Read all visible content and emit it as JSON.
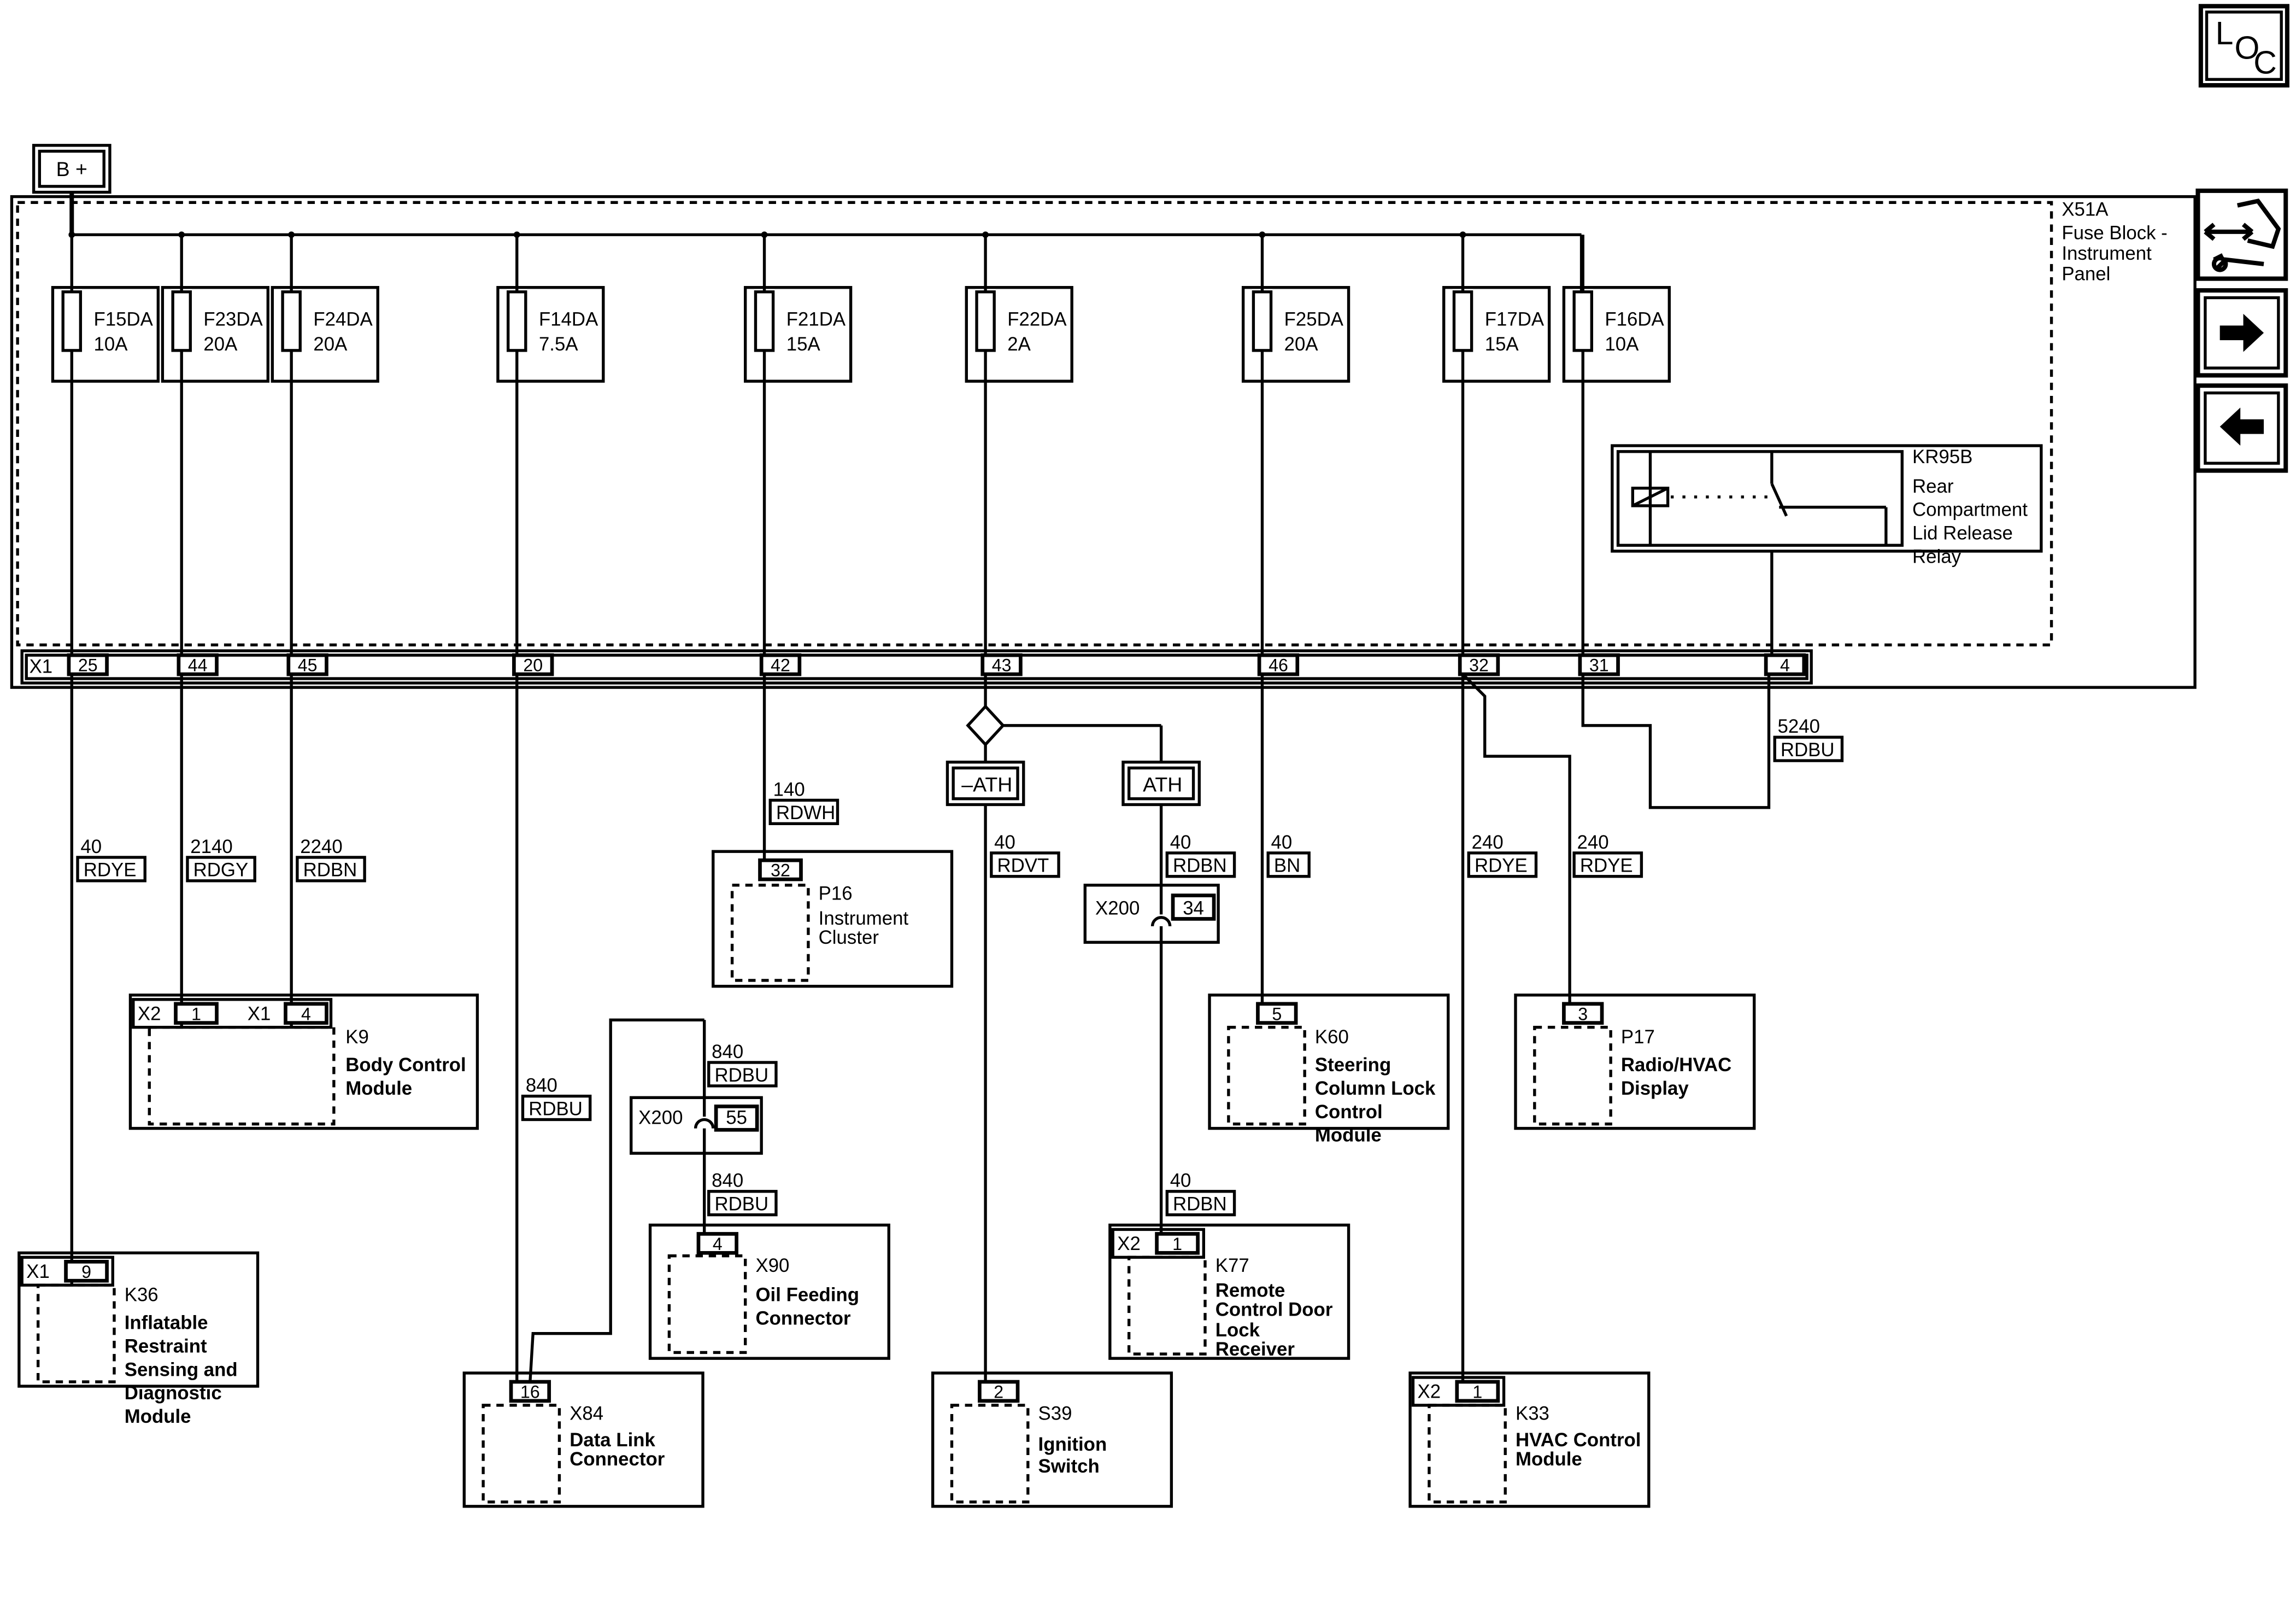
{
  "nav": {
    "loc_letters": [
      "L",
      "O",
      "C"
    ],
    "connector_view_icon": "connector-harness-icon",
    "next_icon": "arrow-right-icon",
    "prev_icon": "arrow-left-icon"
  },
  "power": {
    "label": "B +"
  },
  "fuse_block": {
    "id": "X51A",
    "name_lines": [
      "Fuse Block -",
      "Instrument",
      "Panel"
    ],
    "connector": "X1",
    "fuses": [
      {
        "id": "F15DA",
        "rating": "10A",
        "pin": "25"
      },
      {
        "id": "F23DA",
        "rating": "20A",
        "pin": "44"
      },
      {
        "id": "F24DA",
        "rating": "20A",
        "pin": "45"
      },
      {
        "id": "F14DA",
        "rating": "7.5A",
        "pin": "20"
      },
      {
        "id": "F21DA",
        "rating": "15A",
        "pin": "42"
      },
      {
        "id": "F22DA",
        "rating": "2A",
        "pin": "43"
      },
      {
        "id": "F25DA",
        "rating": "20A",
        "pin": "46"
      },
      {
        "id": "F17DA",
        "rating": "15A",
        "pin": "32"
      },
      {
        "id": "F16DA",
        "rating": "10A",
        "pin": "31"
      }
    ],
    "relay": {
      "id": "KR95B",
      "name_lines": [
        "Rear",
        "Compartment",
        "Lid Release",
        "Relay"
      ],
      "pin": "4"
    }
  },
  "options": {
    "not_ath": "–ATH",
    "ath": "ATH"
  },
  "wires": [
    {
      "circuit": "40",
      "color": "RDYE"
    },
    {
      "circuit": "2140",
      "color": "RDGY"
    },
    {
      "circuit": "2240",
      "color": "RDBN"
    },
    {
      "circuit": "840",
      "color": "RDBU"
    },
    {
      "circuit": "140",
      "color": "RDWH"
    },
    {
      "circuit": "840",
      "color": "RDBU"
    },
    {
      "circuit": "840",
      "color": "RDBU"
    },
    {
      "circuit": "40",
      "color": "RDVT"
    },
    {
      "circuit": "40",
      "color": "RDBN"
    },
    {
      "circuit": "40",
      "color": "RDBN"
    },
    {
      "circuit": "40",
      "color": "BN"
    },
    {
      "circuit": "240",
      "color": "RDYE"
    },
    {
      "circuit": "240",
      "color": "RDYE"
    },
    {
      "circuit": "5240",
      "color": "RDBU"
    }
  ],
  "inline_connectors": [
    {
      "id": "X200",
      "pin": "34"
    },
    {
      "id": "X200",
      "pin": "55"
    }
  ],
  "components": [
    {
      "id": "P16",
      "name_lines": [
        "Instrument",
        "Cluster"
      ],
      "pin": "32"
    },
    {
      "id": "K9",
      "name_lines": [
        "Body Control",
        "Module"
      ],
      "connectors": [
        {
          "id": "X2",
          "pin": "1"
        },
        {
          "id": "X1",
          "pin": "4"
        }
      ]
    },
    {
      "id": "K60",
      "name_lines": [
        "Steering",
        "Column Lock",
        "Control",
        "Module"
      ],
      "pin": "5"
    },
    {
      "id": "P17",
      "name_lines": [
        "Radio/HVAC",
        "Display"
      ],
      "pin": "3"
    },
    {
      "id": "X90",
      "name_lines": [
        "Oil Feeding",
        "Connector"
      ],
      "pin": "4"
    },
    {
      "id": "K77",
      "name_lines": [
        "Remote",
        "Control Door",
        "Lock",
        "Receiver"
      ],
      "connector": "X2",
      "pin": "1"
    },
    {
      "id": "K36",
      "name_lines": [
        "Inflatable",
        "Restraint",
        "Sensing and",
        "Diagnostic",
        "Module"
      ],
      "connector": "X1",
      "pin": "9"
    },
    {
      "id": "X84",
      "name_lines": [
        "Data Link",
        "Connector"
      ],
      "pin": "16"
    },
    {
      "id": "S39",
      "name_lines": [
        "Ignition",
        "Switch"
      ],
      "pin": "2"
    },
    {
      "id": "K33",
      "name_lines": [
        "HVAC Control",
        "Module"
      ],
      "connector": "X2",
      "pin": "1"
    }
  ]
}
